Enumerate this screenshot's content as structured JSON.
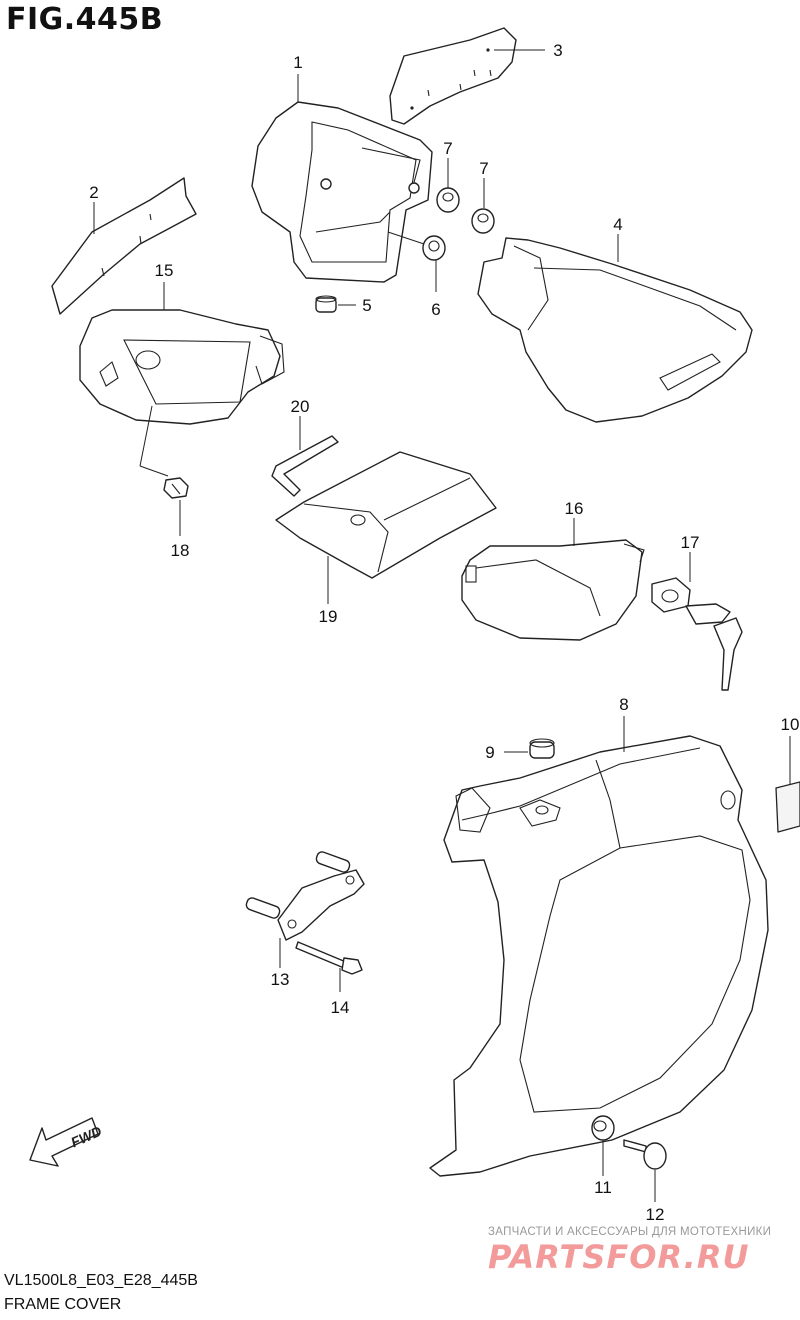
{
  "figure": {
    "title": "FIG.445B",
    "code": "VL1500L8_E03_E28_445B",
    "name": "FRAME COVER"
  },
  "callouts": [
    "1",
    "2",
    "3",
    "4",
    "5",
    "6",
    "7",
    "7",
    "8",
    "9",
    "10",
    "11",
    "12",
    "13",
    "14",
    "15",
    "16",
    "17",
    "18",
    "19",
    "20"
  ],
  "fwd_label": "FWD",
  "watermark": {
    "line1": "ЗАПЧАСТИ И АКСЕССУАРЫ ДЛЯ МОТОТЕХНИКИ",
    "line2": "PARTSFOR.RU"
  }
}
